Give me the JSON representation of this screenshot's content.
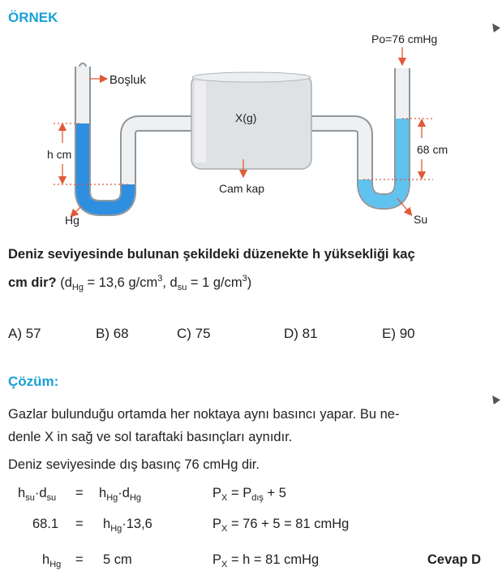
{
  "example_heading": "ÖRNEK",
  "figure": {
    "label_po": "Po=76 cmHg",
    "label_bosluk": "Boşluk",
    "label_xg": "X(g)",
    "label_cam_kap": "Cam kap",
    "label_h_cm": "h cm",
    "label_68cm": "68 cm",
    "label_hg": "Hg",
    "label_su": "Su",
    "colors": {
      "tube": "#cfd3d6",
      "mercury": "#2e8ee0",
      "water": "#5fc2ef",
      "arrow": "#e05a3a"
    }
  },
  "question": {
    "text_bold": "Deniz seviyesinde bulunan şekildeki düzenekte h yüksekliği kaç",
    "line2_bold": "cm dir?",
    "d_prefix": "(d",
    "hg_sub": "Hg",
    "mid1": " = 13,6 g/cm",
    "sup3": "3",
    "mid2": ", d",
    "su_sub": "su",
    "mid3": " = 1 g/cm",
    "close": ")"
  },
  "options": [
    "A) 57",
    "B) 68",
    "C) 75",
    "D) 81",
    "E) 90"
  ],
  "solution_heading": "Çözüm:",
  "solution": {
    "line1": "Gazlar bulunduğu ortamda her noktaya aynı basıncı yapar. Bu ne-",
    "line2": "denle X in sağ ve sol taraftaki basınçları aynıdır.",
    "line3": "Deniz seviyesinde dış basınç 76 cmHg dir.",
    "h": "h",
    "d": "d",
    "su": "su",
    "hg": "Hg",
    "dot": "·",
    "eq_sign": "=",
    "row2_left": "68.1",
    "row2_right": "13,6",
    "row3_right": "5 cm",
    "P": "P",
    "X": "X",
    "dis": "dış",
    "px1_tail": " + 5",
    "px2_tail": " = 76 + 5 = 81 cmHg",
    "px3_tail": " = h = 81 cmHg",
    "answer": "Cevap D"
  }
}
